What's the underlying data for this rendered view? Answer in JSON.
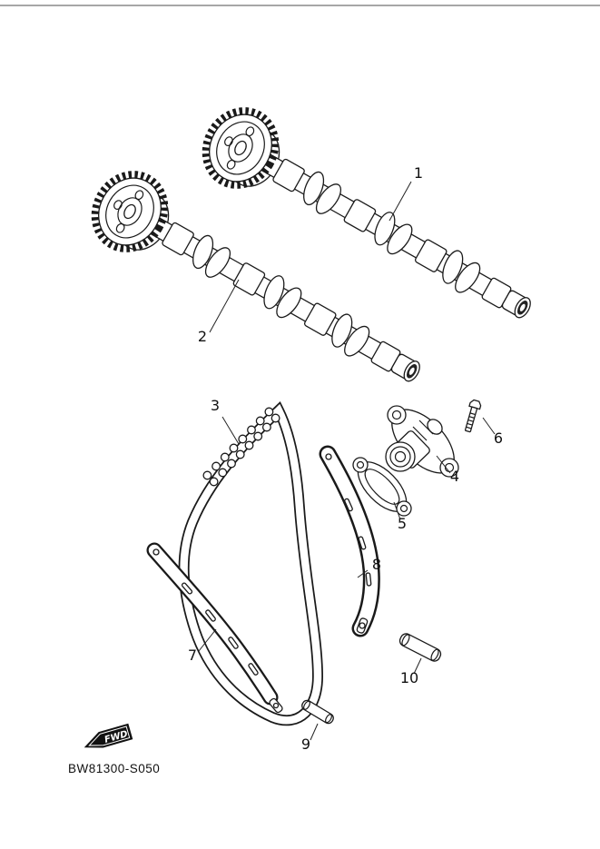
{
  "diagram": {
    "drawing_number": "BW81300-S050",
    "fwd_marker": "FWD",
    "line_color": "#1a1a1a",
    "background_color": "#ffffff",
    "callouts": [
      {
        "number": "1"
      },
      {
        "number": "2"
      },
      {
        "number": "3"
      },
      {
        "number": "4"
      },
      {
        "number": "5"
      },
      {
        "number": "6"
      },
      {
        "number": "7"
      },
      {
        "number": "8"
      },
      {
        "number": "9"
      },
      {
        "number": "10"
      }
    ]
  }
}
